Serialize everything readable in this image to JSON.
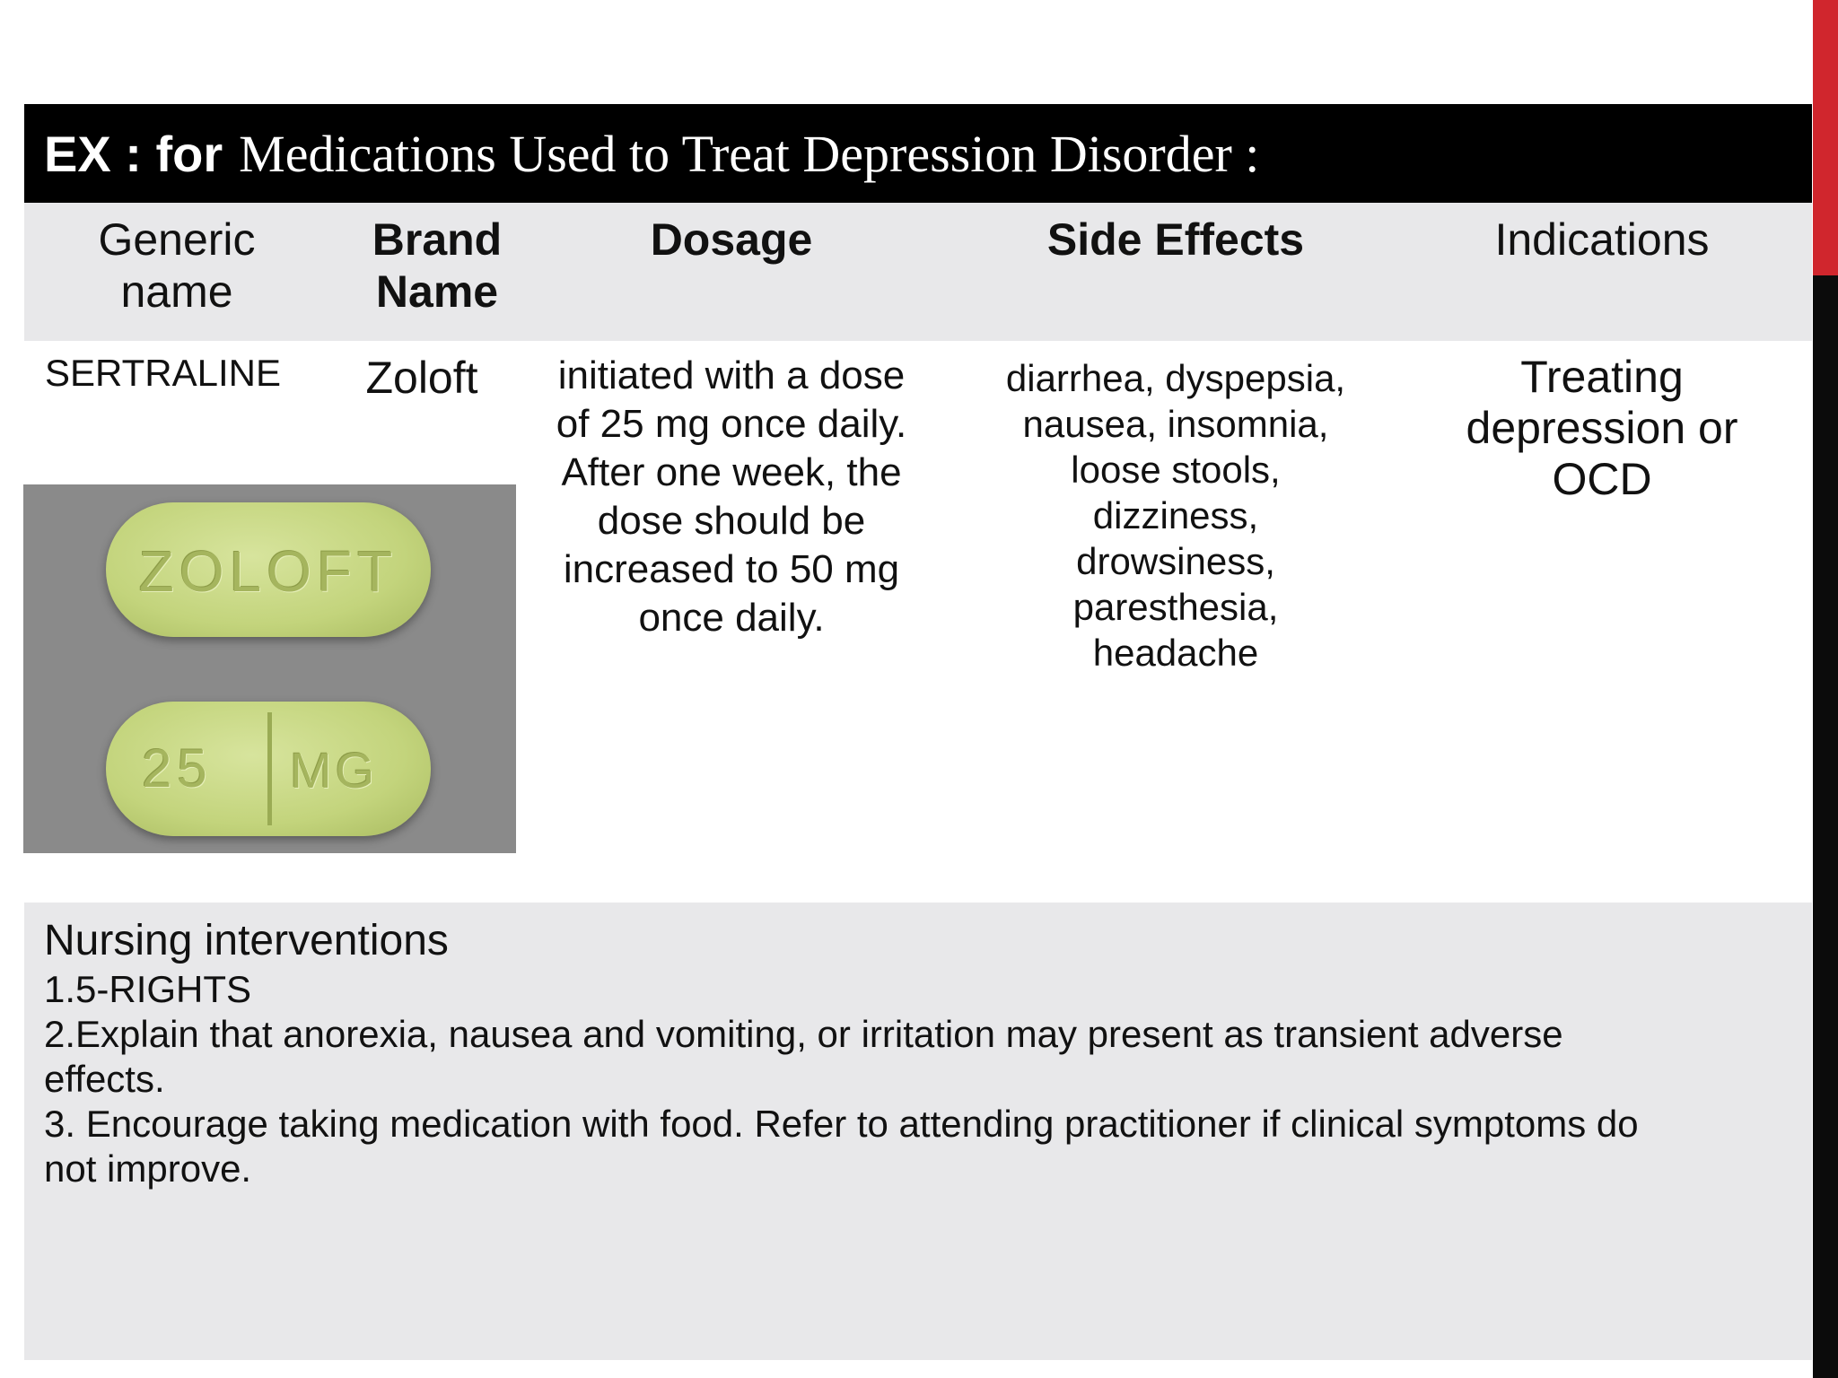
{
  "title": {
    "prefix": "EX : for",
    "main": "Medications Used to Treat Depression Disorder :"
  },
  "table": {
    "headers": {
      "generic": [
        "Generic",
        "name"
      ],
      "brand": [
        "Brand",
        "Name"
      ],
      "dosage": "Dosage",
      "side_effects": "Side Effects",
      "indications": "Indications"
    },
    "row": {
      "generic": "SERTRALINE",
      "brand": "Zoloft",
      "dosage": [
        "initiated with a dose",
        "of 25 mg once daily.",
        "After one week, the",
        "dose should be",
        "increased to 50 mg",
        "once daily."
      ],
      "side_effects": [
        "diarrhea, dyspepsia,",
        "nausea, insomnia,",
        "loose stools,",
        "dizziness,",
        "drowsiness,",
        "paresthesia,",
        "headache"
      ],
      "indications": [
        "Treating",
        "depression or",
        "OCD"
      ]
    },
    "pill_photo": {
      "top_imprint": "ZOLOFT",
      "bottom_imprint_left": "25",
      "bottom_imprint_right": "MG"
    }
  },
  "nursing": {
    "title": "Nursing interventions",
    "items": [
      "1.5-RIGHTS",
      "2.Explain that anorexia, nausea and vomiting, or irritation may present as transient adverse",
      "effects.",
      "3. Encourage taking medication with food. Refer to attending practitioner if clinical symptoms do",
      "not improve."
    ]
  },
  "colors": {
    "title_bar": "#000000",
    "accent_red": "#d0262d",
    "panel_gray": "#e8e8ea",
    "pill_green": "#c3d47c"
  }
}
